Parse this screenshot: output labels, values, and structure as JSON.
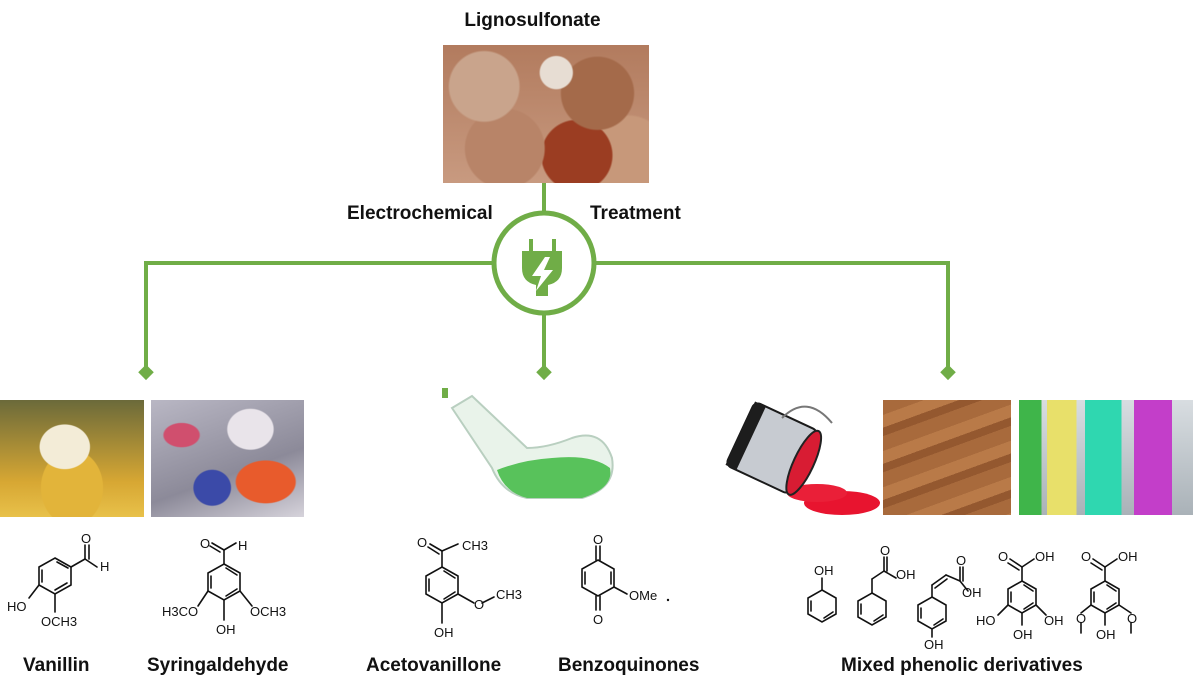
{
  "top": {
    "label": "Lignosulfonate"
  },
  "process": {
    "left": "Electrochemical",
    "right": "Treatment",
    "icon": "plug-lightning-icon"
  },
  "colors": {
    "accent": "#70ad47"
  },
  "products": {
    "vanillin": "Vanillin",
    "syringaldehyde": "Syringaldehyde",
    "acetovanillone": "Acetovanillone",
    "benzoquinones": "Benzoquinones",
    "mixed": "Mixed phenolic derivatives"
  },
  "atoms": {
    "ho": "HO",
    "oh": "OH",
    "h": "H",
    "o": "O",
    "och3": "OCH3",
    "h3co": "H3CO",
    "ch3": "CH3",
    "ome": "OMe"
  }
}
